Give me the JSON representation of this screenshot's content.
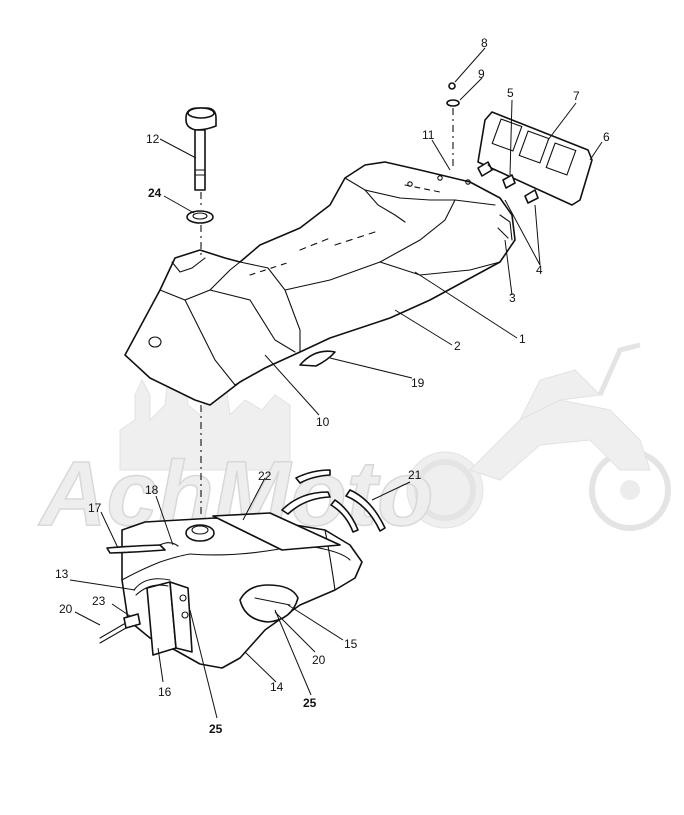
{
  "watermark": {
    "text": "AchMoto"
  },
  "callouts": {
    "c1": "1",
    "c2": "2",
    "c3": "3",
    "c4": "4",
    "c5": "5",
    "c6": "6",
    "c7": "7",
    "c8": "8",
    "c9": "9",
    "c10": "10",
    "c11": "11",
    "c12": "12",
    "c13": "13",
    "c14": "14",
    "c15": "15",
    "c16": "16",
    "c17": "17",
    "c18": "18",
    "c19": "19",
    "c20a": "20",
    "c20b": "20",
    "c21": "21",
    "c22": "22",
    "c23": "23",
    "c24": "24",
    "c25a": "25",
    "c25b": "25"
  }
}
